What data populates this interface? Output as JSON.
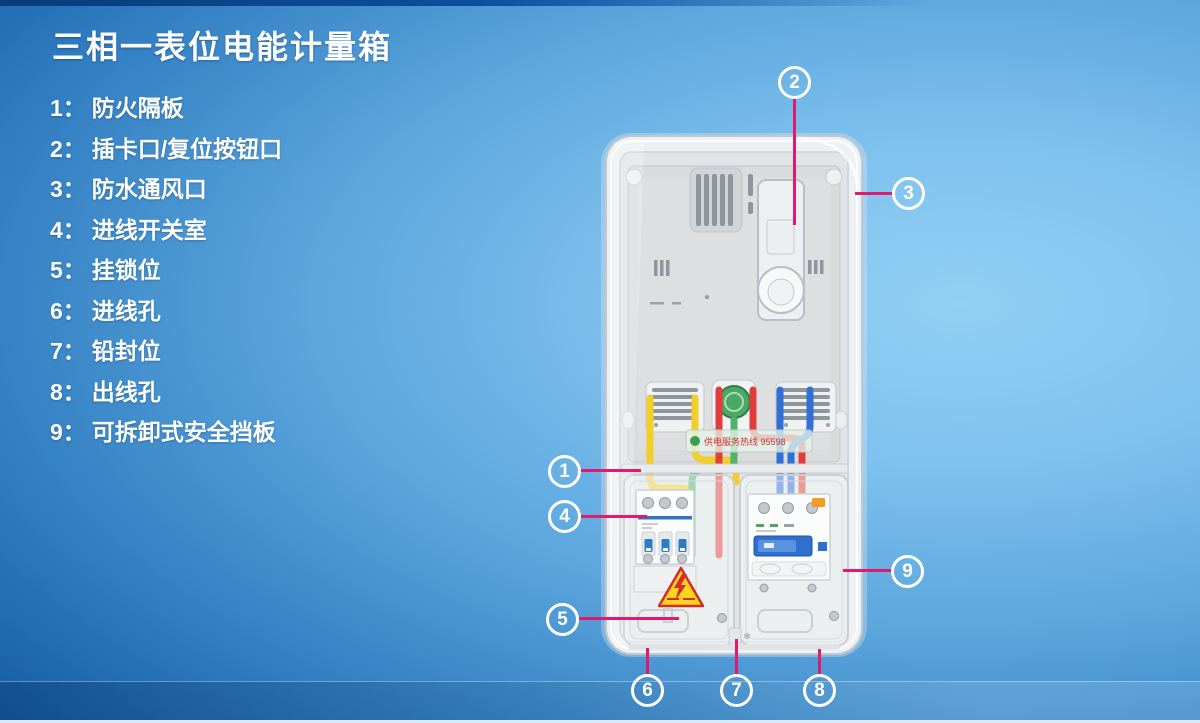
{
  "title": "三相一表位电能计量箱",
  "legend": {
    "items": [
      {
        "num": "1：",
        "label": "防火隔板"
      },
      {
        "num": "2：",
        "label": "插卡口/复位按钮口"
      },
      {
        "num": "3：",
        "label": "防水通风口"
      },
      {
        "num": "4：",
        "label": "进线开关室"
      },
      {
        "num": "5：",
        "label": "挂锁位"
      },
      {
        "num": "6：",
        "label": "进线孔"
      },
      {
        "num": "7：",
        "label": "铅封位"
      },
      {
        "num": "8：",
        "label": "出线孔"
      },
      {
        "num": "9：",
        "label": "可拆卸式安全挡板"
      }
    ]
  },
  "callouts": {
    "c1": "1",
    "c2": "2",
    "c3": "3",
    "c4": "4",
    "c5": "5",
    "c6": "6",
    "c7": "7",
    "c8": "8",
    "c9": "9"
  },
  "device": {
    "sticker_text": "供电服务热线 95598"
  },
  "colors": {
    "background_dark": "#0b4c96",
    "background_light": "#92cff4",
    "leader_line": "#e01a6e",
    "wire_yellow": "#f2ce2a",
    "wire_green": "#53b06d",
    "wire_red": "#e23d3d",
    "wire_blue": "#2f6fd6",
    "seal_green": "#49a863",
    "warning_yellow": "#ffd51e",
    "orange_tag": "#f49b26",
    "breaker_blue": "#2b7bc6"
  }
}
